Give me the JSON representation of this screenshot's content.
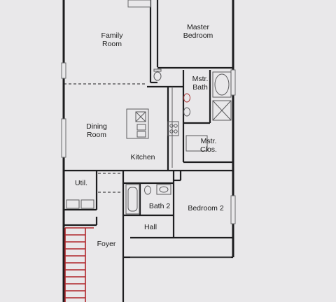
{
  "rooms": {
    "family_room": [
      "Family",
      "Room"
    ],
    "master_bedroom": [
      "Master",
      "Bedroom"
    ],
    "master_bath": [
      "Mstr.",
      "Bath"
    ],
    "dining_room": [
      "Dining",
      "Room"
    ],
    "master_closet": [
      "Mstr.",
      "Clos."
    ],
    "kitchen": "Kitchen",
    "utility": "Util.",
    "bath_2": "Bath 2",
    "bedroom_2": "Bedroom 2",
    "hall": "Hall",
    "foyer": "Foyer"
  },
  "colors": {
    "background": "#e9e8ea",
    "wall": "#1d1d1f",
    "stair": "#b0262a",
    "fixture": "#5a5a5c"
  }
}
